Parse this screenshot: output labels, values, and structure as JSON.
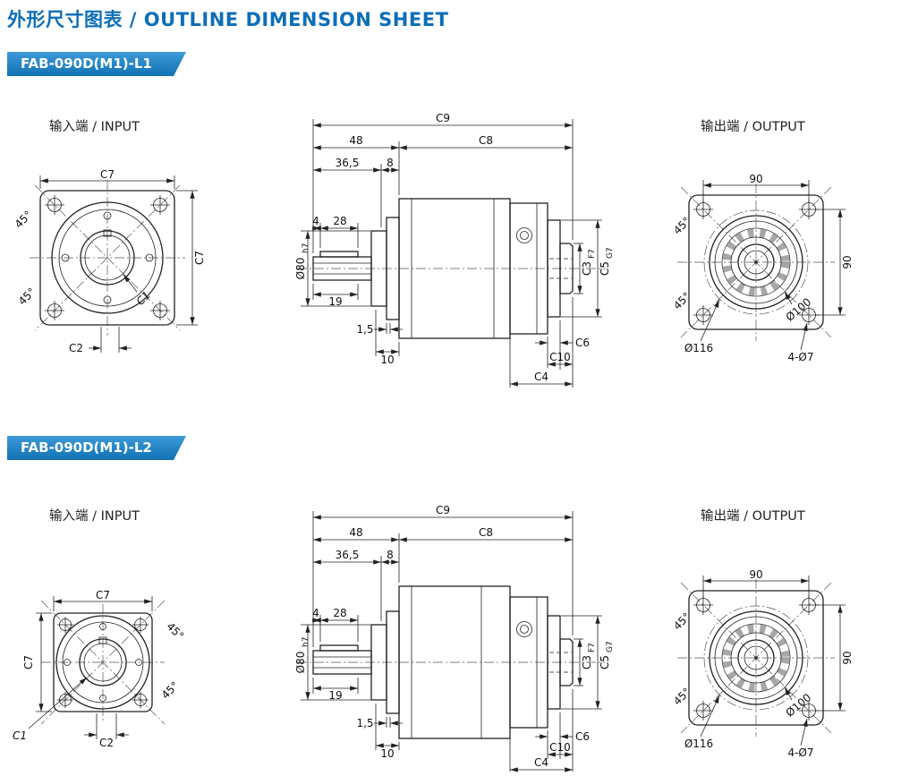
{
  "page": {
    "title": "外形尺寸图表 / OUTLINE DIMENSION SHEET"
  },
  "l1": {
    "badge": "FAB-090D(M1)-L1",
    "input_label": "输入端 / INPUT",
    "output_label": "输出端 / OUTPUT"
  },
  "l2": {
    "badge": "FAB-090D(M1)-L2",
    "input_label": "输入端 / INPUT",
    "output_label": "输出端 / OUTPUT"
  },
  "dims": {
    "c1": "C1",
    "c2": "C2",
    "c3": "C3",
    "c3_sub": "F7",
    "c4": "C4",
    "c5": "C5",
    "c5_sub": "G7",
    "c6": "C6",
    "c7": "C7",
    "c8": "C8",
    "c9": "C9",
    "c10": "C10",
    "d80": "Ø80",
    "d80_sub": "h7",
    "d100": "Ø100",
    "d116": "Ø116",
    "n4": "4",
    "n8": "8",
    "n10": "10",
    "n19": "19",
    "n28": "28",
    "n36_5": "36,5",
    "n1_5": "1,5",
    "n45": "45°",
    "n48": "48",
    "n90": "90",
    "holes4d7": "4-Ø7"
  }
}
